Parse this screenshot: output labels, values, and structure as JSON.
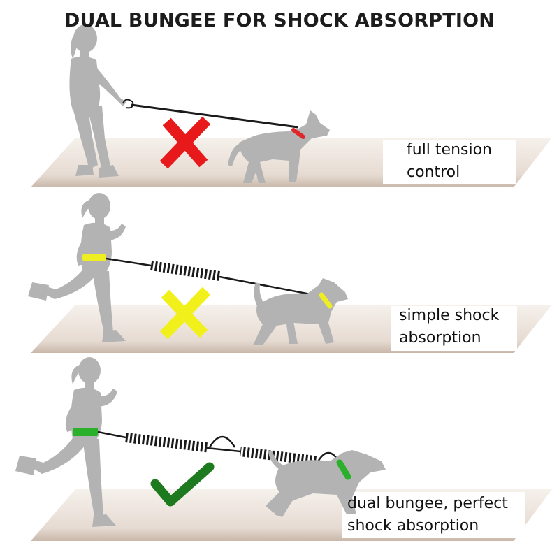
{
  "title": "DUAL BUNGEE FOR SHOCK ABSORPTION",
  "panels": [
    {
      "caption_lines": [
        "full tension",
        "control"
      ],
      "marker": "cross",
      "marker_color": "#e8191b",
      "collar_color": "#e0262a",
      "leash": "rigid"
    },
    {
      "caption_lines": [
        "simple shock",
        "absorption"
      ],
      "marker": "cross",
      "marker_color": "#f2f01a",
      "collar_color": "#eeee22",
      "leash": "single-bungee"
    },
    {
      "caption_lines": [
        "dual bungee, perfect",
        "shock absorption"
      ],
      "marker": "check",
      "marker_color": "#1e7a1e",
      "collar_color": "#2bb02b",
      "leash": "dual-bungee"
    }
  ],
  "colors": {
    "silhouette": "#b3b3b3",
    "floor_top": "#f3ede8",
    "floor_bottom": "#cdbdb0",
    "leash": "#1a1a1a"
  }
}
